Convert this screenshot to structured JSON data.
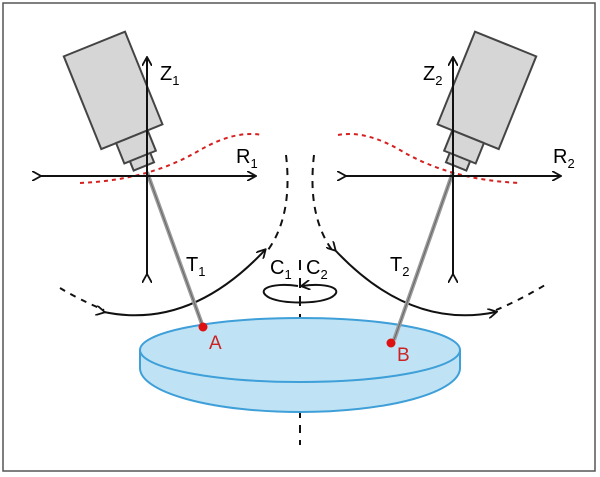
{
  "colors": {
    "frame": "#555555",
    "axis": "#111111",
    "camera_body": "#d6d6d6",
    "camera_stroke": "#444444",
    "probe": "#9a9a9a",
    "red_curve": "#d62020",
    "point": "#dd1111",
    "point_label": "#cc2222",
    "disk_fill": "#bfe3f5",
    "disk_stroke": "#3f9fd8"
  },
  "icons": {
    "camera": "camera-icon",
    "arrow": "arrow-icon",
    "rotation": "rotation-arrow-icon"
  },
  "labels": {
    "z1": {
      "main": "Z",
      "sub": "1"
    },
    "z2": {
      "main": "Z",
      "sub": "2"
    },
    "r1": {
      "main": "R",
      "sub": "1"
    },
    "r2": {
      "main": "R",
      "sub": "2"
    },
    "t1": {
      "main": "T",
      "sub": "1"
    },
    "t2": {
      "main": "T",
      "sub": "2"
    },
    "c1": {
      "main": "C",
      "sub": "1"
    },
    "c2": {
      "main": "C",
      "sub": "2"
    },
    "point_a": "A",
    "point_b": "B"
  }
}
